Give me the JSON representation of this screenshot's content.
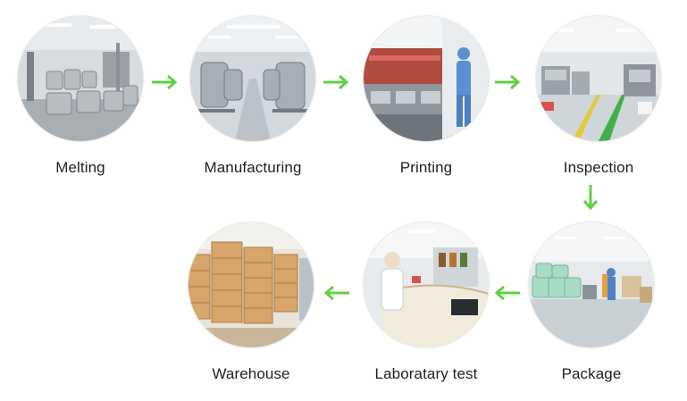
{
  "steps": [
    {
      "label": "Melting"
    },
    {
      "label": "Manufacturing"
    },
    {
      "label": "Printing"
    },
    {
      "label": "Inspection"
    },
    {
      "label": "Package"
    },
    {
      "label": "Laboratary test"
    },
    {
      "label": "Warehouse"
    }
  ],
  "colors": {
    "arrow": "#5fd142",
    "label": "#222222"
  },
  "icons": {
    "flow_arrow": "arrow-icon"
  }
}
